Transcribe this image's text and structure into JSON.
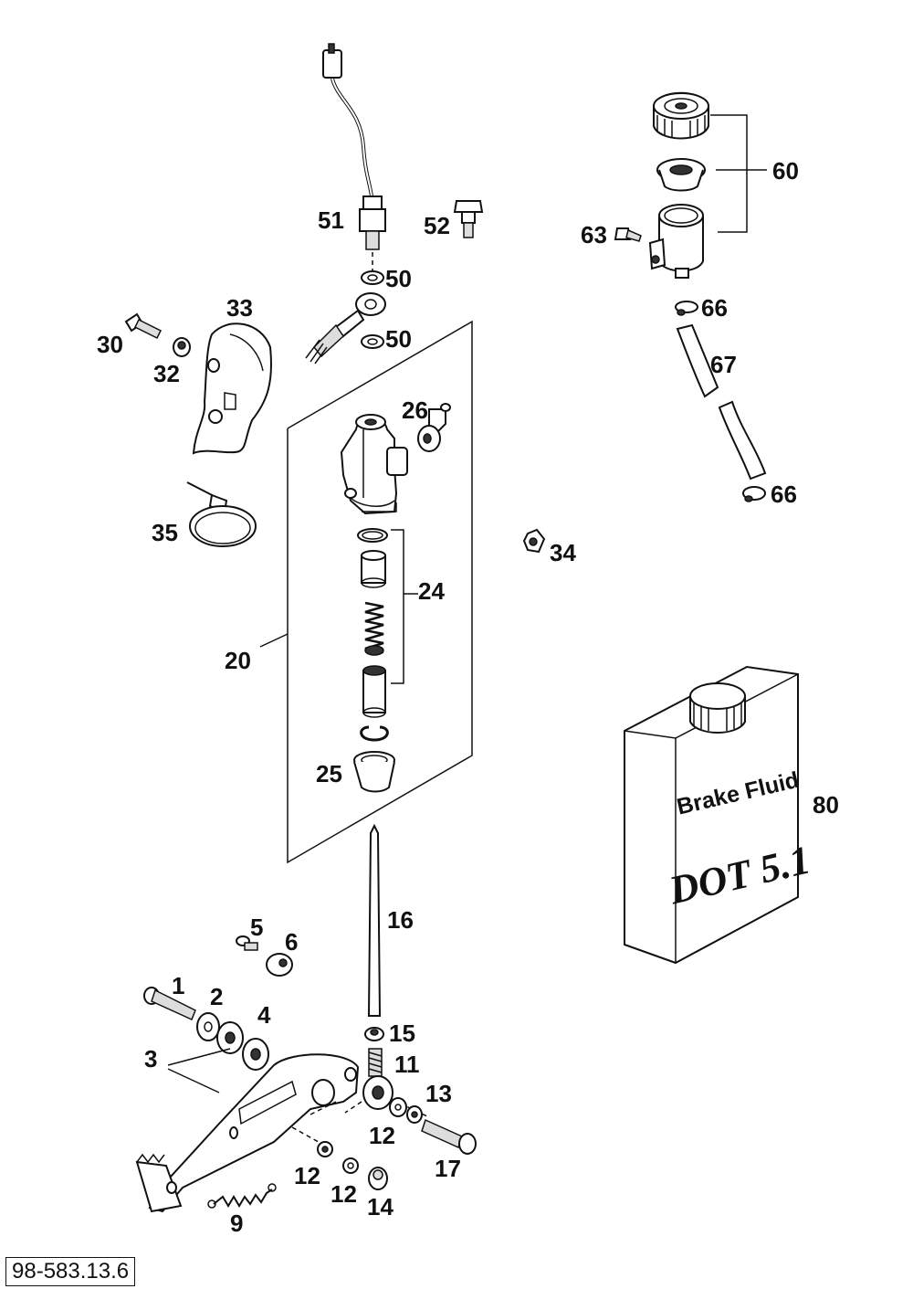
{
  "drawing_number": "98-583.13.6",
  "callouts": {
    "c1": "1",
    "c2": "2",
    "c3": "3",
    "c4": "4",
    "c5": "5",
    "c6": "6",
    "c9": "9",
    "c11": "11",
    "c12a": "12",
    "c12b": "12",
    "c12c": "12",
    "c13": "13",
    "c14": "14",
    "c15": "15",
    "c16": "16",
    "c17": "17",
    "c20": "20",
    "c24": "24",
    "c25": "25",
    "c26": "26",
    "c30": "30",
    "c32": "32",
    "c33": "33",
    "c34": "34",
    "c35": "35",
    "c50a": "50",
    "c50b": "50",
    "c51": "51",
    "c52": "52",
    "c60": "60",
    "c63": "63",
    "c66a": "66",
    "c66b": "66",
    "c67": "67",
    "c80": "80"
  },
  "can_label": {
    "line1": "Brake Fluid",
    "line2": "DOT 5.1"
  }
}
